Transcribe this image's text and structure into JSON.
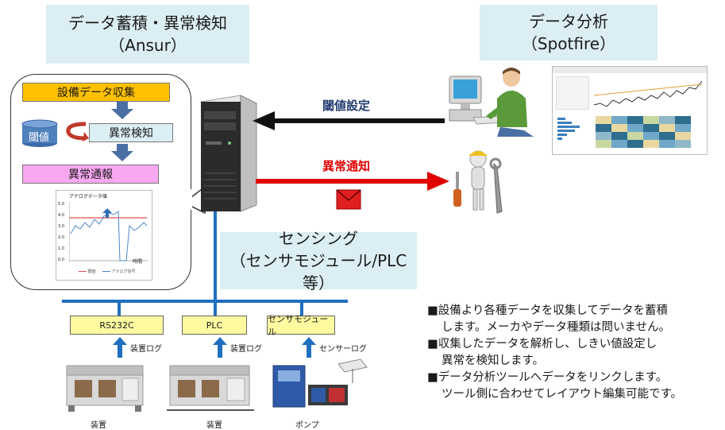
{
  "store": {
    "title": "データ蓄積・異常検知",
    "subtitle": "（Ansur）"
  },
  "analysis": {
    "title": "データ分析",
    "subtitle": "（Spotfire）"
  },
  "sensing": {
    "title": "センシング",
    "subtitle": "（センサモジュール/PLC等）"
  },
  "flow": {
    "collect": "設備データ収集",
    "threshold": "閾値",
    "detect": "異常検知",
    "report": "異常通報"
  },
  "mini_chart": {
    "title": "アナログデータ値",
    "xlabel": "時間",
    "legend": [
      "閾値",
      "アナログ信号"
    ],
    "yticks": [
      "5.0",
      "4.0",
      "3.0",
      "2.0",
      "1.0",
      "0.0"
    ]
  },
  "arrows": {
    "threshold_setting": "閾値設定",
    "anomaly_notice": "異常通知"
  },
  "devices": [
    {
      "box": "RS232C",
      "log": "装置ログ",
      "name": "装置"
    },
    {
      "box": "PLC",
      "log": "装置ログ",
      "name": "装置"
    },
    {
      "box": "センサモジュール",
      "log": "センサーログ",
      "name": "ポンプ"
    }
  ],
  "description": [
    {
      "bullet": "■",
      "line1": "設備より各種データを収集してデータを蓄積",
      "line2": "します。メーカやデータ種類は問いません。"
    },
    {
      "bullet": "■",
      "line1": "収集したデータを解析し、しきい値設定し",
      "line2": "異常を検知します。"
    },
    {
      "bullet": "■",
      "line1": "データ分析ツールへデータをリンクします。",
      "line2": "ツール側に合わせてレイアウト編集可能です。"
    }
  ],
  "colors": {
    "bus": "#1f6fbf",
    "collect": "#ffc000",
    "detect": "#dbeef3",
    "report": "#f7a8f0",
    "title_bg": "#dbeef3",
    "notice": "#e00000"
  }
}
